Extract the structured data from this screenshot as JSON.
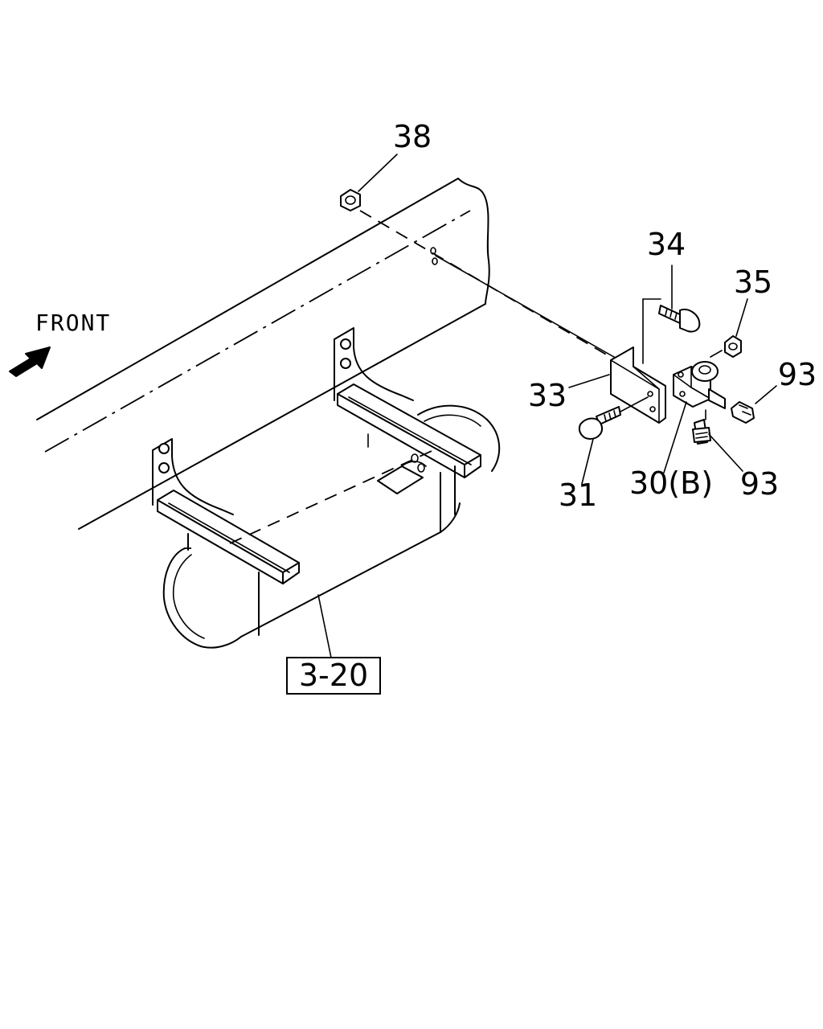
{
  "direction_label": "FRONT",
  "callouts": {
    "c38": "38",
    "c34": "34",
    "c35": "35",
    "c93a": "93",
    "c33": "33",
    "c31": "31",
    "c30b": "30(B)",
    "c93b": "93"
  },
  "reference_box": "3-20",
  "colors": {
    "line": "#000000",
    "background": "#ffffff"
  }
}
